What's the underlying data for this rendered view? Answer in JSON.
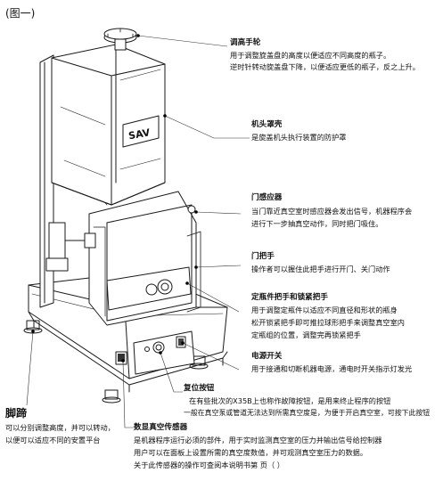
{
  "figure": {
    "title": "(图一)"
  },
  "callouts": {
    "height_wheel": {
      "title": "调高手轮",
      "lines": [
        "用于调整旋盖盘的高度以便适应不同高度的瓶子。",
        "逆时针转动旋盖盘下降，以便适应更低的瓶子，反之上升。"
      ]
    },
    "head_cover": {
      "title": "机头罩壳",
      "lines": [
        "是旋盖机头执行装置的防护罩"
      ]
    },
    "door_sensor": {
      "title": "门感应器",
      "lines": [
        "当门靠近真空室时感应器会发出信号，机器程序会",
        "进行下一步抽真空动作，同时把门吸住。"
      ]
    },
    "door_handle": {
      "title": "门把手",
      "lines": [
        "操作者可以握住此把手进行开门、关门动作"
      ]
    },
    "positioning_handle": {
      "title": "定瓶件把手和锁紧把手",
      "lines": [
        "用于调整定瓶件以适应不同直径和形状的瓶身",
        "松开锁紧把手即可推拉球形把手来调整真空室内",
        "定瓶组的位置，调整完再锁紧把手"
      ]
    },
    "power_switch": {
      "title": "电源开关",
      "lines": [
        "用于接通和切断机器电源，通电时开关指示灯发光"
      ]
    },
    "reset_button": {
      "title": "复位按钮",
      "lines": [
        "在有些批次的X35B上也称作故障按钮，是用来终止程序的按钮",
        "一般在真空泵或管道无法达到所需真空度是，为便于开启真空室，可按下此按钮"
      ]
    },
    "vacuum_sensor": {
      "title": "数显真空传感器",
      "lines": [
        "是机器程序运行必须的部件，用于实时监测真空室的压力并输出信号给控制器",
        "用户可以在面板上设置所需的真空度数值，并可观测真空室压力的数据。",
        "关于此传感器的操作可查阅本说明书第    页（                    ）"
      ]
    },
    "feet": {
      "title": "脚蹄",
      "lines": [
        "可以分别调整高度，并可以转动，",
        "以便可以适应不同的安置平台"
      ]
    }
  },
  "machine": {
    "logo_text": "SAV"
  }
}
